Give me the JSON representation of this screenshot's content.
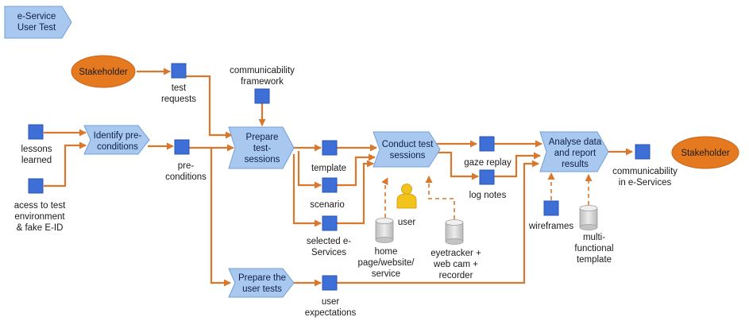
{
  "colors": {
    "process_fill": "#a9c8ef",
    "process_stroke": "#6f9fd8",
    "info_fill": "#3e6fd6",
    "event_fill": "#e5791f",
    "connector": "#d9772d",
    "system_fill": "#d6d6d6",
    "person_fill": "#f2c31a"
  },
  "title": {
    "line1": "e-Service",
    "line2": "User Test"
  },
  "events": {
    "stakeholder_left": "Stakeholder",
    "stakeholder_right": "Stakeholder"
  },
  "processes": {
    "identify": {
      "line1": "Identify pre-",
      "line2": "conditions"
    },
    "prepare_sessions": {
      "line1": "Prepare",
      "line2": "test-",
      "line3": "sessions"
    },
    "prepare_user_tests": {
      "line1": "Prepare the",
      "line2": "user tests"
    },
    "conduct": {
      "line1": "Conduct test",
      "line2": "sessions"
    },
    "analyse": {
      "line1": "Analyse data",
      "line2": "and report",
      "line3": "results"
    }
  },
  "info_objects": {
    "test_requests": {
      "line1": "test",
      "line2": "requests"
    },
    "communicability_framework": {
      "line1": "communicability",
      "line2": "framework"
    },
    "lessons_learned": {
      "line1": "lessons",
      "line2": "learned"
    },
    "access": {
      "line1": "acess to test",
      "line2": "environment",
      "line3": "& fake E-ID"
    },
    "pre_conditions": {
      "line1": "pre-",
      "line2": "conditions"
    },
    "template": "template",
    "scenario": "scenario",
    "selected": {
      "line1": "selected e-",
      "line2": "Services"
    },
    "gaze_replay": "gaze replay",
    "log_notes": "log notes",
    "communicability_out": {
      "line1": "communicability",
      "line2": "in e-Services"
    },
    "wireframes": "wireframes",
    "user_expectations": {
      "line1": "user",
      "line2": "expectations"
    }
  },
  "systems": {
    "home_page": {
      "line1": "home",
      "line2": "page/website/",
      "line3": "service"
    },
    "eyetracker": {
      "line1": "eyetracker +",
      "line2": "web cam +",
      "line3": "recorder"
    },
    "multi_functional": {
      "line1": "multi-",
      "line2": "functional",
      "line3": "template"
    }
  },
  "roles": {
    "user": "user"
  },
  "icons": {
    "process": "chevron-process-icon",
    "info": "information-object-icon",
    "event": "event-ellipse-icon",
    "system": "cylinder-system-icon",
    "role": "person-role-icon"
  }
}
